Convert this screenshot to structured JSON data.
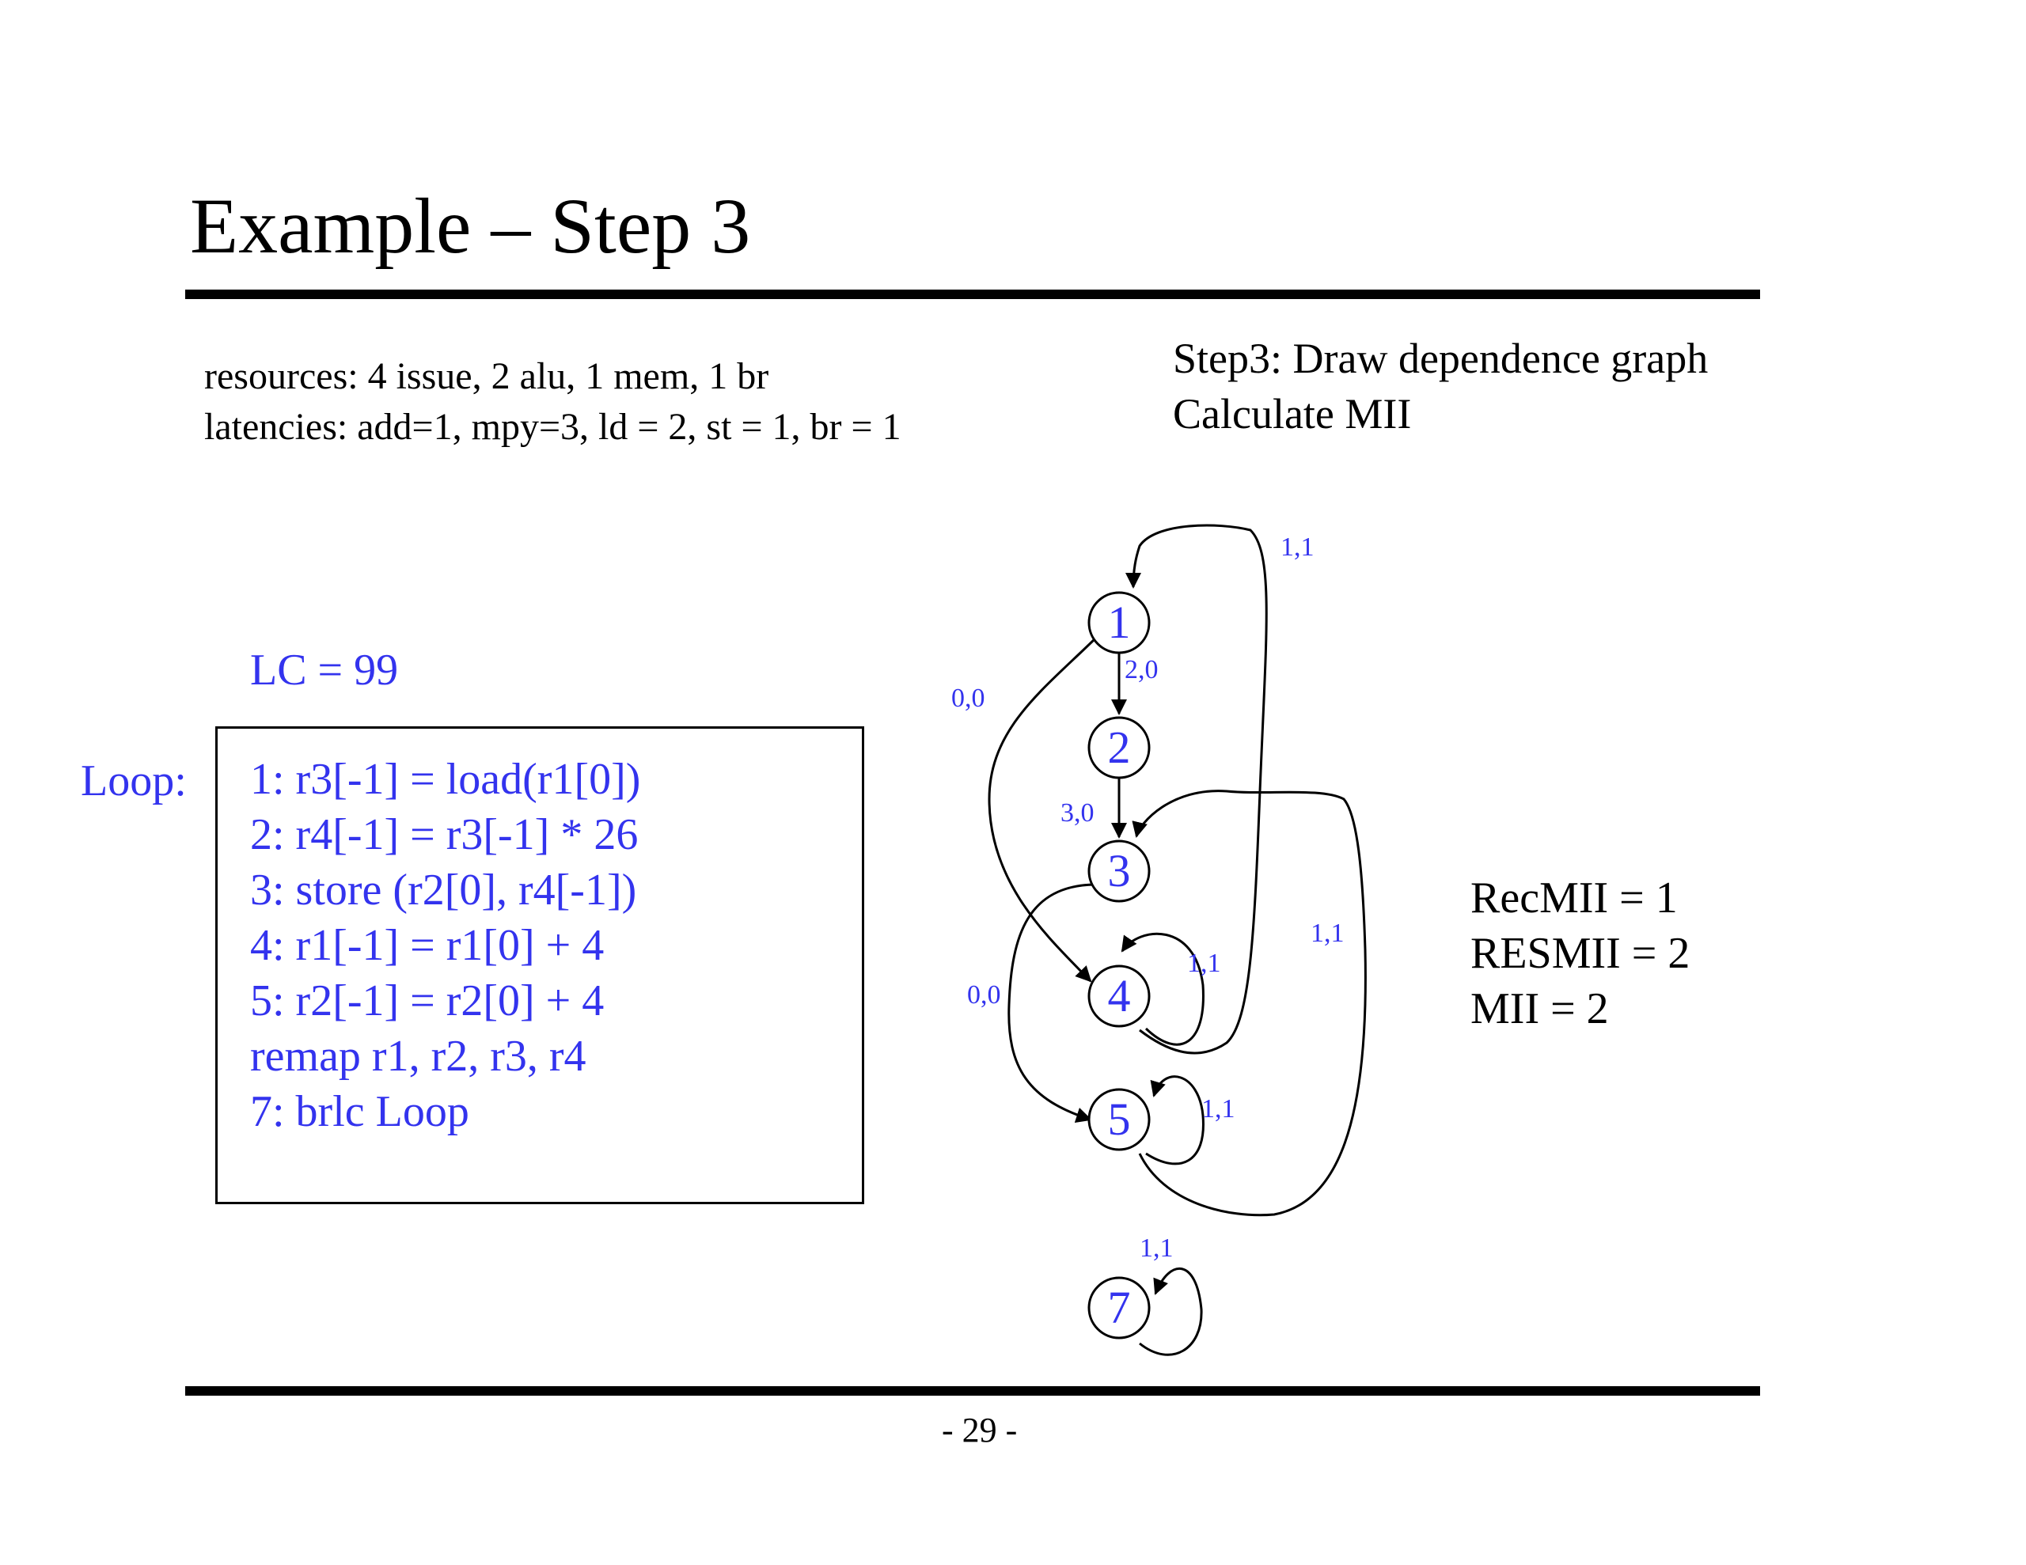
{
  "slide": {
    "title": "Example – Step 3",
    "resources_line": "resources: 4 issue, 2 alu, 1 mem, 1 br",
    "latencies_line": "latencies: add=1, mpy=3, ld = 2, st = 1, br = 1",
    "step_line_1": "Step3: Draw dependence graph",
    "step_line_2": "Calculate MII",
    "page_number": "- 29 -"
  },
  "code": {
    "lc": "LC = 99",
    "loop_label": "Loop:",
    "lines": [
      "1: r3[-1] = load(r1[0])",
      "2: r4[-1] = r3[-1] * 26",
      "3: store (r2[0], r4[-1])",
      "4: r1[-1] = r1[0] + 4",
      "5: r2[-1] = r2[0] + 4",
      "remap r1, r2, r3, r4",
      "7: brlc Loop"
    ]
  },
  "results": {
    "recmii": "RecMII = 1",
    "resmii": "RESMII = 2",
    "mii": "MII = 2"
  },
  "graph": {
    "nodes": [
      "1",
      "2",
      "3",
      "4",
      "5",
      "7"
    ],
    "edges": [
      {
        "from": "1",
        "to": "2",
        "label": "2,0"
      },
      {
        "from": "2",
        "to": "3",
        "label": "3,0"
      },
      {
        "from": "1",
        "to": "4",
        "label": "0,0"
      },
      {
        "from": "3",
        "to": "5",
        "label": "0,0"
      },
      {
        "from": "4",
        "to": "1",
        "label": "1,1"
      },
      {
        "from": "5",
        "to": "3",
        "label": "1,1"
      },
      {
        "from": "4",
        "to": "4",
        "label": "1,1"
      },
      {
        "from": "5",
        "to": "5",
        "label": "1,1"
      },
      {
        "from": "7",
        "to": "7",
        "label": "1,1"
      }
    ],
    "node_color": "#3333ee",
    "label_color": "#3333ee"
  }
}
